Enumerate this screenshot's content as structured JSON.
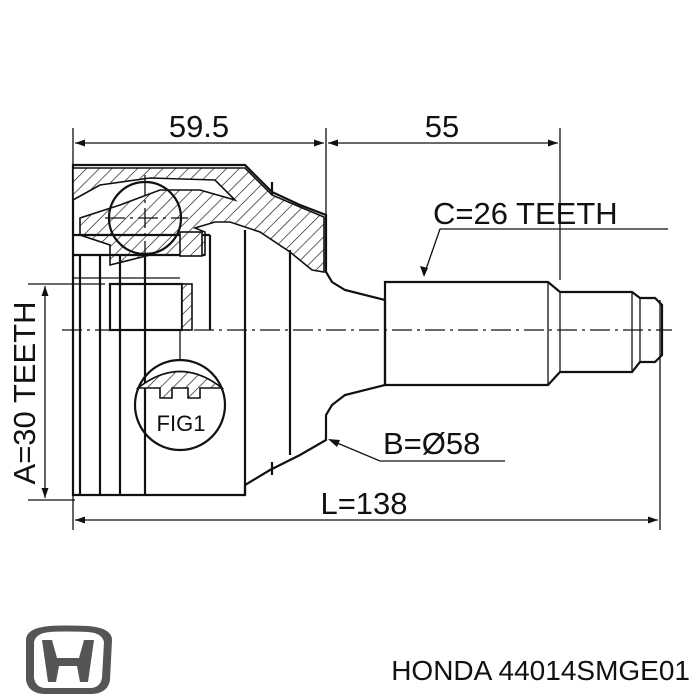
{
  "dimensions": {
    "width_left": "59.5",
    "width_right": "55",
    "spline_outer": "C=26 TEETH",
    "diameter": "B=Ø58",
    "length": "L=138",
    "spline_inner": "A=30 TEETH"
  },
  "detail_label": "FIG1",
  "logo": {
    "name": "honda-logo-icon"
  },
  "caption": "HONDA 44014SMGE01"
}
